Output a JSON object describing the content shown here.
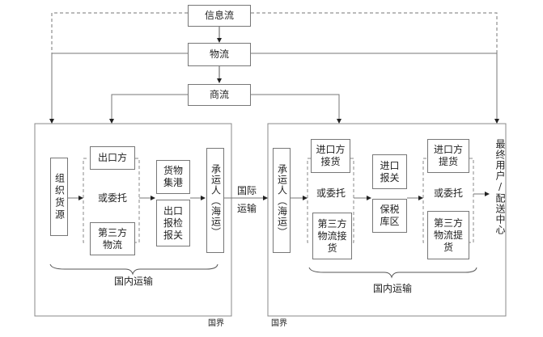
{
  "flows": {
    "info": "信息流",
    "material": "物流",
    "commerce": "商流"
  },
  "export_side": {
    "source": "组织货源",
    "exporter": "出口方",
    "or_entrust": "或委托",
    "third_party": "第三方物流",
    "port_collect": "货物集港",
    "export_clearance": "出口报检报关",
    "carrier": "承运人（海运）",
    "domestic_transport": "国内运输",
    "border": "国界"
  },
  "international": "国际运输",
  "import_side": {
    "carrier": "承运人（海运）",
    "importer_receive": "进口方接货",
    "or_entrust": "或委托",
    "third_party_receive": "第三方物流接货",
    "import_clearance": "进口报关",
    "bonded": "保税库区",
    "importer_pickup": "进口方提货",
    "or_entrust2": "或委托",
    "third_party_pickup": "第三方物流提货",
    "end_user": "最终用户/配送中心",
    "domestic_transport": "国内运输",
    "border": "国界"
  }
}
